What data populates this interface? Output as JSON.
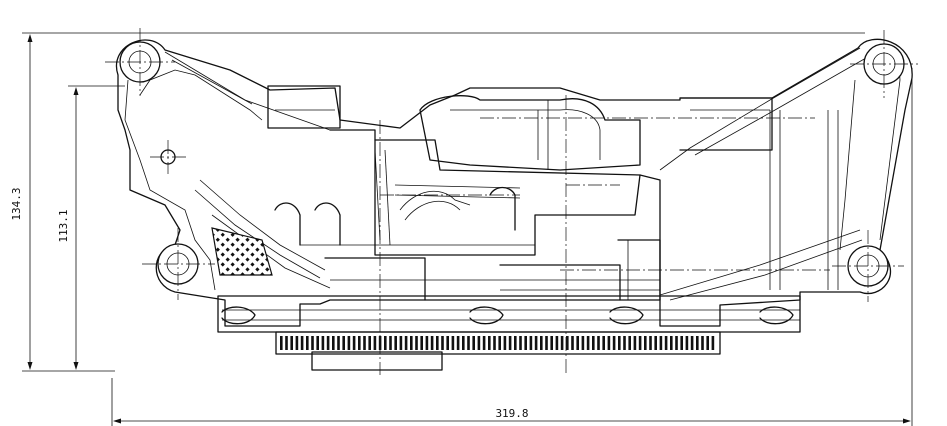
{
  "dimensions": {
    "overall_height": "134.3",
    "inner_height": "113.1",
    "overall_width": "319.8"
  },
  "colors": {
    "line": "#111111",
    "background": "#ffffff"
  }
}
